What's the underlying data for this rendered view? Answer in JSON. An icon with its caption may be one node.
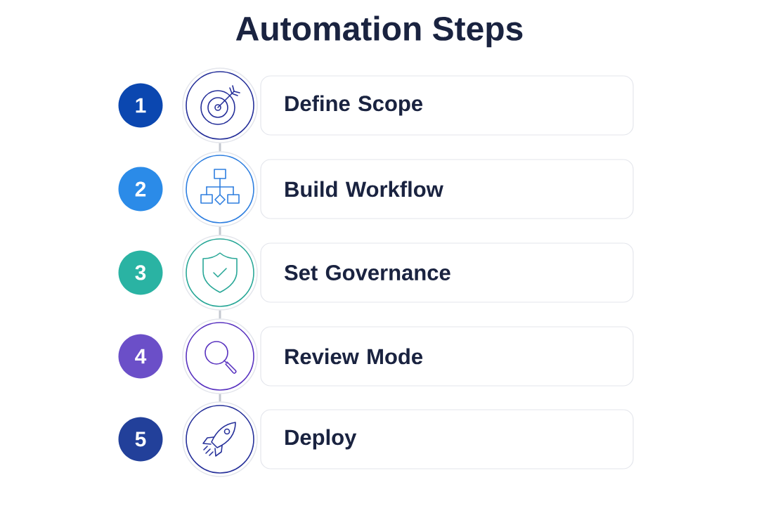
{
  "diagram": {
    "title": "Automation Steps",
    "nodes": [
      {
        "text": [
          "1"
        ]
      },
      {
        "text": [],
        "shape": "circle"
      },
      {
        "text": [
          "Define Scope"
        ]
      },
      {
        "text": [
          "2"
        ]
      },
      {
        "text": [],
        "shape": "circle"
      },
      {
        "text": [
          "Build Workflow"
        ]
      },
      {
        "text": [
          "3"
        ]
      },
      {
        "text": [],
        "shape": "circle"
      },
      {
        "text": [
          "Set Governance"
        ]
      },
      {
        "text": [
          "4"
        ]
      },
      {
        "text": [],
        "shape": "circle"
      },
      {
        "text": [
          "Review Mode"
        ]
      },
      {
        "text": [
          "5"
        ]
      },
      {
        "text": [],
        "shape": "circle"
      },
      {
        "text": [
          "Deploy"
        ]
      }
    ],
    "edges": [
      {
        "from": 1,
        "to": 4,
        "arrow": "none"
      },
      {
        "from": 4,
        "to": 7,
        "arrow": "none"
      },
      {
        "from": 7,
        "to": 10,
        "arrow": "none"
      },
      {
        "from": 10,
        "to": 13,
        "arrow": "none"
      }
    ]
  }
}
